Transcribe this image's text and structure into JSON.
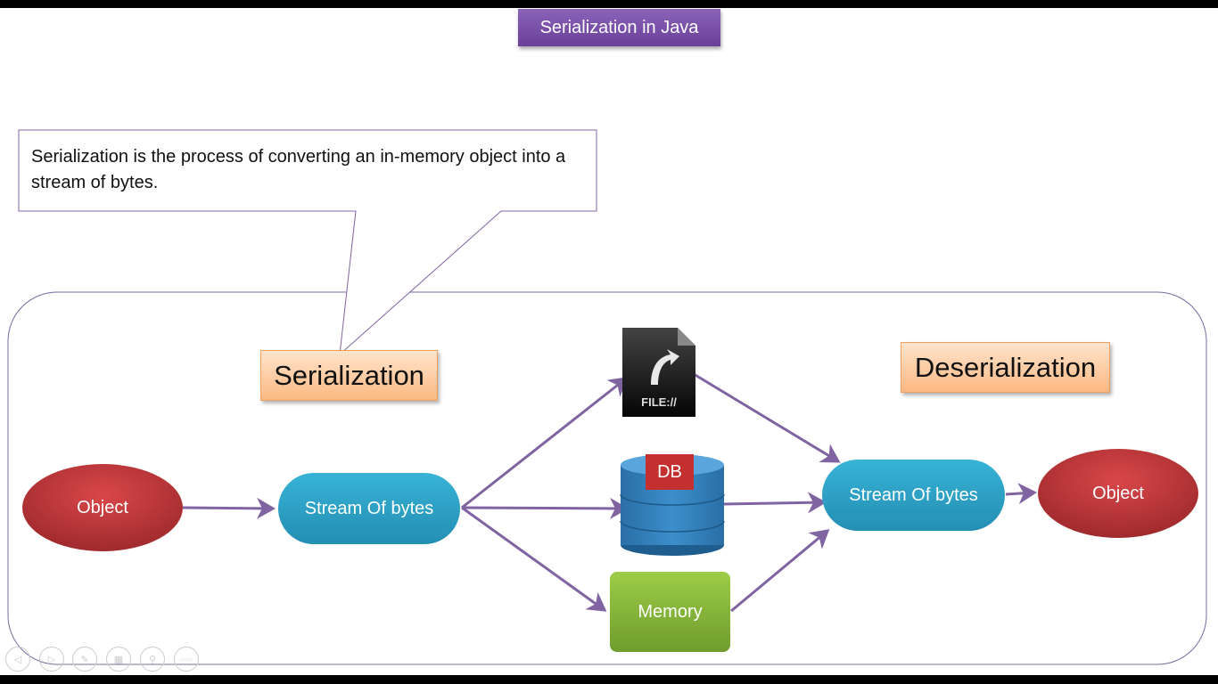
{
  "slide": {
    "title": "Serialization in Java",
    "callout": "Serialization is the process of converting an in-memory object into a stream of bytes.",
    "labels": {
      "serialization": "Serialization",
      "deserialization": "Deserialization"
    },
    "nodes": {
      "object_left": "Object",
      "stream_left": "Stream Of bytes",
      "file_caption": "FILE://",
      "db": "DB",
      "memory": "Memory",
      "stream_right": "Stream Of bytes",
      "object_right": "Object"
    },
    "colors": {
      "title_bg": "#7a50a8",
      "arrow": "#8064a2",
      "object": "#c0373a",
      "stream": "#2ea4c8",
      "memory": "#8cb83c",
      "label_bg": "#fcc896"
    }
  },
  "nav": {
    "icons": [
      "previous-icon",
      "next-icon",
      "pen-icon",
      "slides-icon",
      "zoom-icon",
      "more-icon"
    ],
    "glyphs": [
      "◁",
      "▷",
      "✎",
      "▦",
      "⚲",
      "○○○"
    ]
  }
}
